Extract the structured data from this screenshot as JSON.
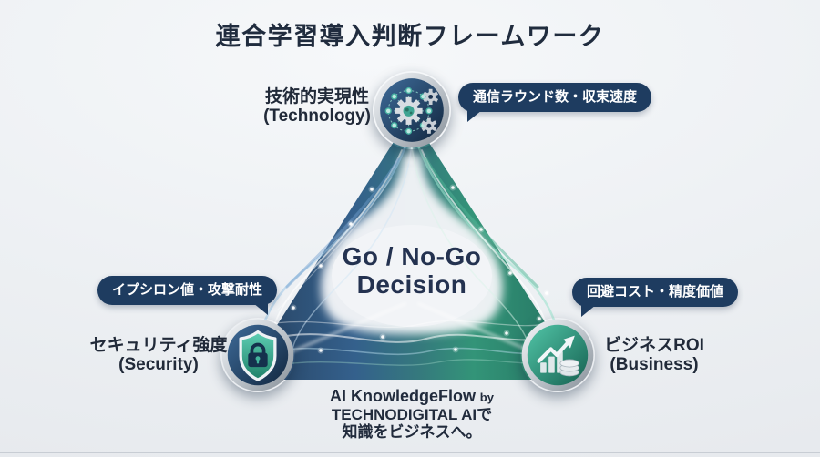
{
  "title": "連合学習導入判断フレームワーク",
  "center_decision": {
    "line1": "Go / No-Go",
    "line2": "Decision"
  },
  "nodes": {
    "technology": {
      "name_ja": "技術的実現性",
      "name_en": "(Technology)",
      "metric_badge": "通信ラウンド数・収束速度",
      "icon": "federated-network-gears-icon"
    },
    "security": {
      "name_ja": "セキュリティ強度",
      "name_en": "(Security)",
      "metric_badge": "イプシロン値・攻撃耐性",
      "icon": "shield-lock-icon"
    },
    "business": {
      "name_ja": "ビジネスROI",
      "name_en": "(Business)",
      "metric_badge": "回避コスト・精度価値",
      "icon": "growth-chart-coins-icon"
    }
  },
  "footer": {
    "brand": "AI KnowledgeFlow",
    "by": "by",
    "line2": "TECHNODIGITAL AIで",
    "line3": "知識をビジネスへ。"
  },
  "colors": {
    "navy": "#2b4a70",
    "teal": "#2f8f7a",
    "badge_bg": "#1e3c60",
    "title_text": "#202c3e",
    "background": "#eef1f4"
  }
}
